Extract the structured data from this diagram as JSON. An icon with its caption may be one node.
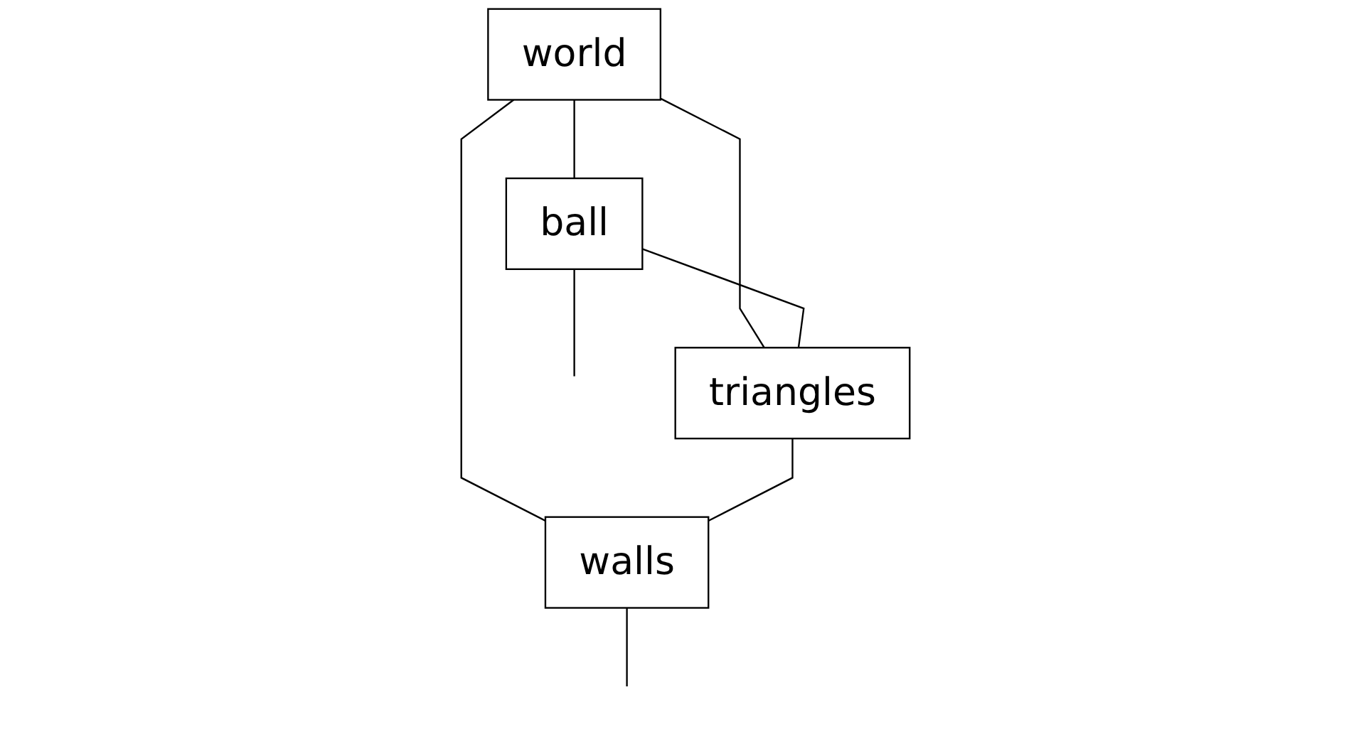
{
  "diagram": {
    "nodes": [
      {
        "text": [
          "world"
        ]
      },
      {
        "text": [
          "ball"
        ]
      },
      {
        "text": [
          "triangles"
        ]
      },
      {
        "text": [
          "walls"
        ]
      }
    ],
    "edges": [
      {
        "from": 0,
        "to": 1,
        "arrow": "none"
      },
      {
        "from": 0,
        "to": 2,
        "arrow": "none"
      },
      {
        "from": 0,
        "to": 3,
        "arrow": "none"
      },
      {
        "from": 1,
        "to": 2,
        "arrow": "none"
      },
      {
        "from": 2,
        "to": 3,
        "arrow": "none"
      },
      {
        "from": 1,
        "to": null,
        "arrow": "none"
      },
      {
        "from": 3,
        "to": null,
        "arrow": "none"
      }
    ]
  }
}
